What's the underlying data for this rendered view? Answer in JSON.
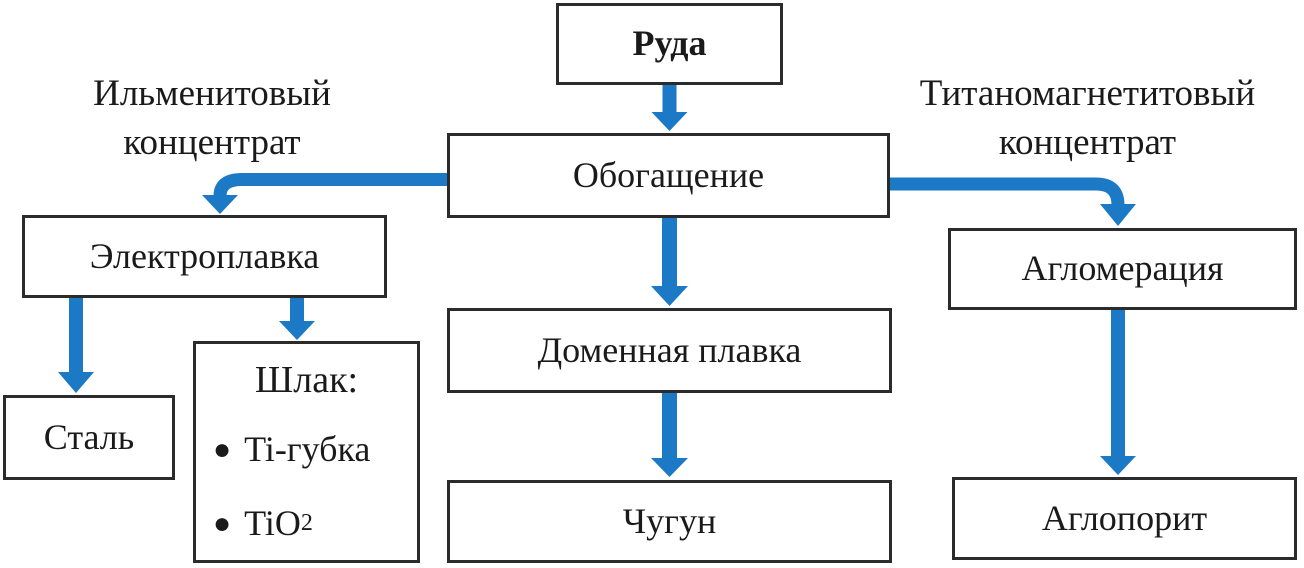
{
  "diagram": {
    "colors": {
      "arrow": "#1B79C5",
      "border": "#2B2B2B",
      "text": "#1A1A1A"
    },
    "nodes": {
      "ore": {
        "label": "Руда"
      },
      "enrichment": {
        "label": "Обогащение"
      },
      "electrosmelting": {
        "label": "Электроплавка"
      },
      "steel": {
        "label": "Сталь"
      },
      "slag": {
        "title": "Шлак:",
        "items": [
          {
            "text": "Ti-губка",
            "sub": ""
          },
          {
            "text": "TiO",
            "sub": "2"
          }
        ]
      },
      "blast_furnace": {
        "label": "Доменная плавка"
      },
      "pig_iron": {
        "label": "Чугун"
      },
      "agglomeration": {
        "label": "Агломерация"
      },
      "agloporite": {
        "label": "Аглопорит"
      }
    },
    "branch_labels": {
      "ilmenite": {
        "line1": "Ильменитовый",
        "line2": "концентрат"
      },
      "titanomagnetite": {
        "line1": "Титаномагнетитовый",
        "line2": "концентрат"
      }
    },
    "icons": {
      "bullet": "●"
    }
  }
}
